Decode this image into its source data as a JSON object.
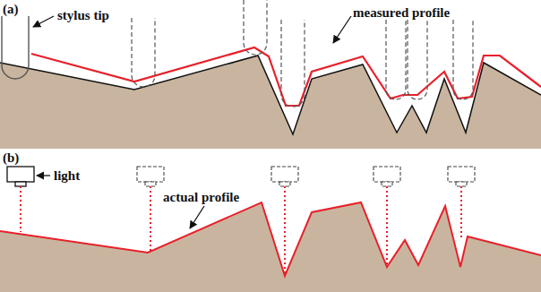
{
  "diagram": {
    "labels": [
      "(a)",
      "stylus tip",
      "measured profile",
      "(b)",
      "light",
      "actual profile"
    ]
  }
}
